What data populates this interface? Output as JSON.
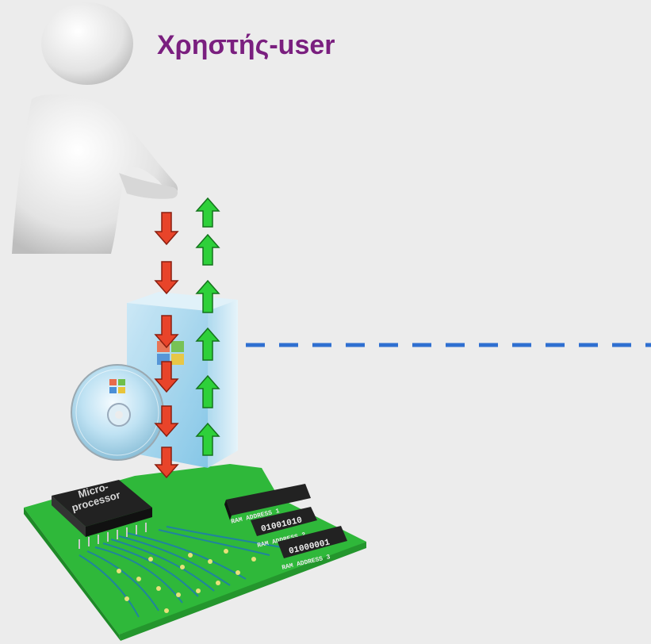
{
  "user_label": "Χρηστής-user",
  "chip": {
    "line1": "Micro-",
    "line2": "processor"
  },
  "ram_slots": [
    {
      "value": "",
      "caption": "RAM ADDRESS 1"
    },
    {
      "value": "01001010",
      "caption": "RAM ADDRESS 2"
    },
    {
      "value": "01000001",
      "caption": "RAM ADDRESS 3"
    }
  ],
  "colors": {
    "user_label": "#7a1f7f",
    "down_arrow": "#e8442a",
    "up_arrow": "#2ed03a",
    "dashed_line": "#2f6fd1",
    "board": "#2fb83a"
  },
  "icons": [
    "person-figure-icon",
    "os-box-icon",
    "cd-disc-icon",
    "circuit-board-icon",
    "microprocessor-icon"
  ]
}
